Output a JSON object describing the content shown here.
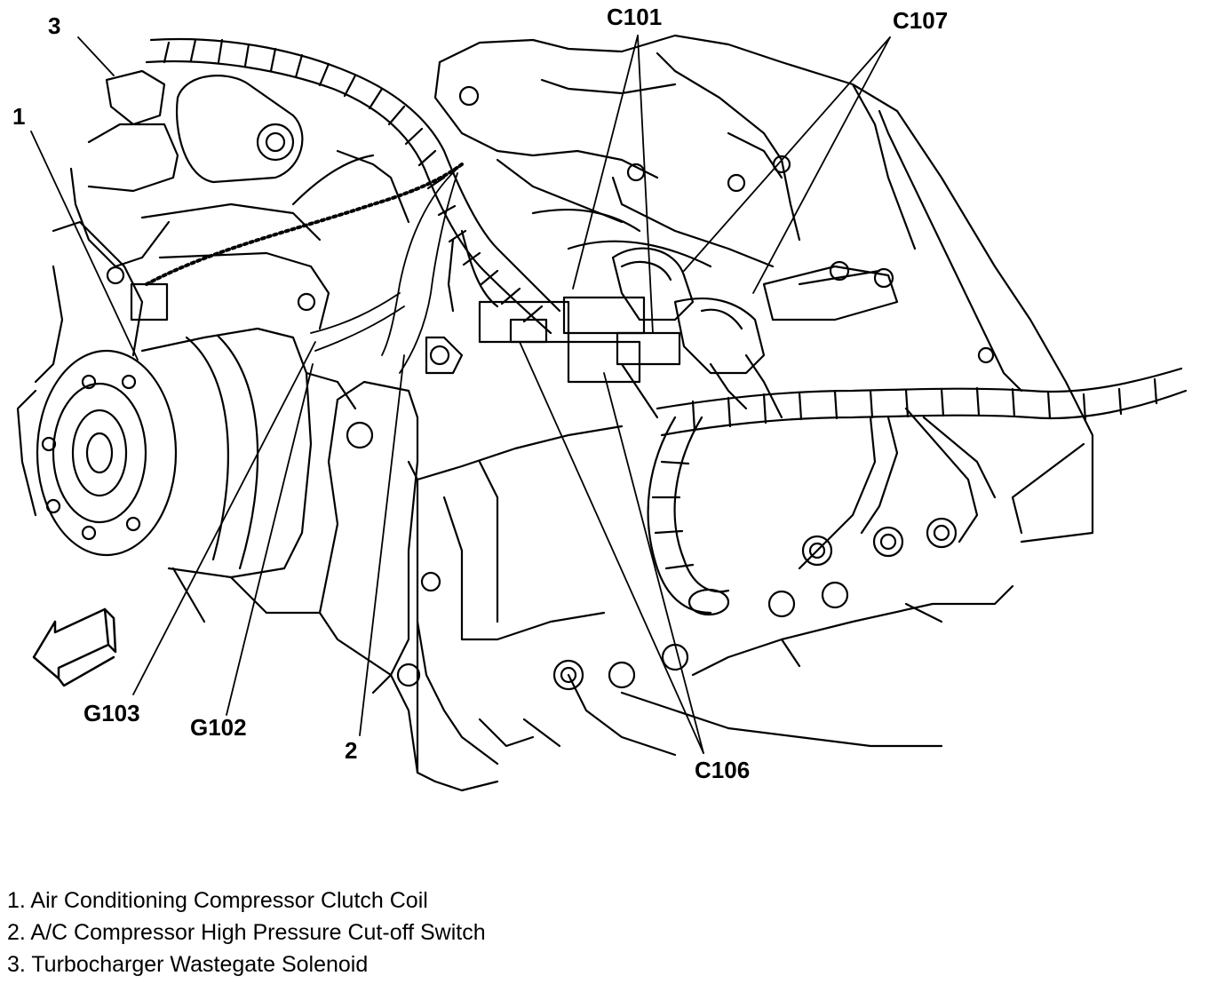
{
  "callouts": {
    "c101": "C101",
    "c107": "C107",
    "n3": "3",
    "n1": "1",
    "g103": "G103",
    "g102": "G102",
    "n2": "2",
    "c106": "C106"
  },
  "legend": [
    "1. Air Conditioning Compressor Clutch Coil",
    "2. A/C Compressor High Pressure Cut-off Switch",
    "3. Turbocharger Wastegate Solenoid"
  ]
}
